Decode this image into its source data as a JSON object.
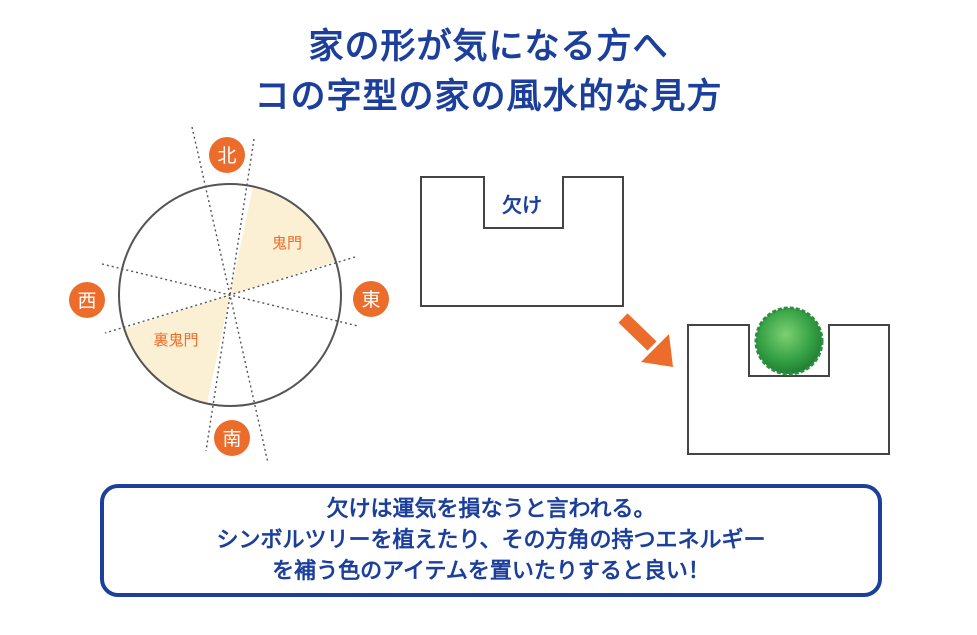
{
  "title": {
    "line1": "家の形が気になる方へ",
    "line2": "コの字型の家の風水的な見方"
  },
  "compass": {
    "north": "北",
    "south": "南",
    "east": "東",
    "west": "西",
    "kimon": "鬼門",
    "ura_kimon": "裏鬼門"
  },
  "house": {
    "missing_label": "欠け"
  },
  "note": {
    "line1": "欠けは運気を損なうと言われる。",
    "line2": "シンボルツリーを植えたり、その方角の持つエネルギー",
    "line3": "を補う色のアイテムを置いたりすると良い！"
  },
  "colors": {
    "accent_blue": "#1b3f9a",
    "orange": "#ec6d2b",
    "sector_fill": "#fbefd4",
    "tree_green": "#3aa648"
  },
  "icons": {
    "arrow": "arrow-down-right-icon",
    "tree": "symbol-tree-icon"
  }
}
